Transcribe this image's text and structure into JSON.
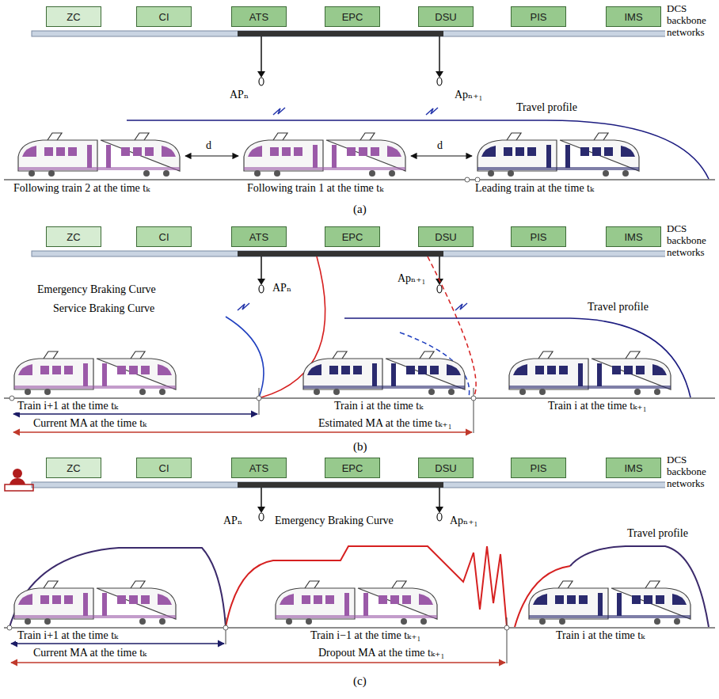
{
  "diagram": {
    "nodes": [
      {
        "text": [
          "ZC"
        ]
      },
      {
        "text": [
          "CI"
        ]
      },
      {
        "text": [
          "ATS"
        ]
      },
      {
        "text": [
          "EPC"
        ]
      },
      {
        "text": [
          "DSU"
        ]
      },
      {
        "text": [
          "PIS"
        ]
      },
      {
        "text": [
          "IMS"
        ]
      },
      {
        "text": [
          "ZC"
        ]
      },
      {
        "text": [
          "CI"
        ]
      },
      {
        "text": [
          "ATS"
        ]
      },
      {
        "text": [
          "EPC"
        ]
      },
      {
        "text": [
          "DSU"
        ]
      },
      {
        "text": [
          "PIS"
        ]
      },
      {
        "text": [
          "IMS"
        ]
      },
      {
        "text": [
          "ZC"
        ]
      },
      {
        "text": [
          "CI"
        ]
      },
      {
        "text": [
          "ATS"
        ]
      },
      {
        "text": [
          "EPC"
        ]
      },
      {
        "text": [
          "DSU"
        ]
      },
      {
        "text": [
          "PIS"
        ]
      },
      {
        "text": [
          "IMS"
        ]
      }
    ],
    "labels": [
      "DCS backbone networks",
      "APₙ",
      "Apₙ₊₁",
      "Travel profile",
      "d",
      "d",
      "Following train 2 at the time tₖ",
      "Following train 1 at the time tₖ",
      "Leading train at the time tₖ",
      "(a)",
      "DCS backbone networks",
      "Emergency Braking Curve",
      "Service Braking Curve",
      "APₙ",
      "Apₙ₊₁",
      "Travel profile",
      "Train i+1 at the time tₖ",
      "Train i at the time tₖ",
      "Train i at the time tₖ₊₁",
      "Current MA at the time tₖ",
      "Estimated MA at the time tₖ₊₁",
      "(b)",
      "DCS backbone networks",
      "APₙ",
      "Emergency Braking Curve",
      "Apₙ₊₁",
      "Travel profile",
      "Train i+1 at the time tₖ",
      "Train i−1 at the time tₖ₊₁",
      "Train i at the time tₖ",
      "Current MA at the time tₖ",
      "Dropout MA at the time tₖ₊₁",
      "(c)"
    ]
  }
}
